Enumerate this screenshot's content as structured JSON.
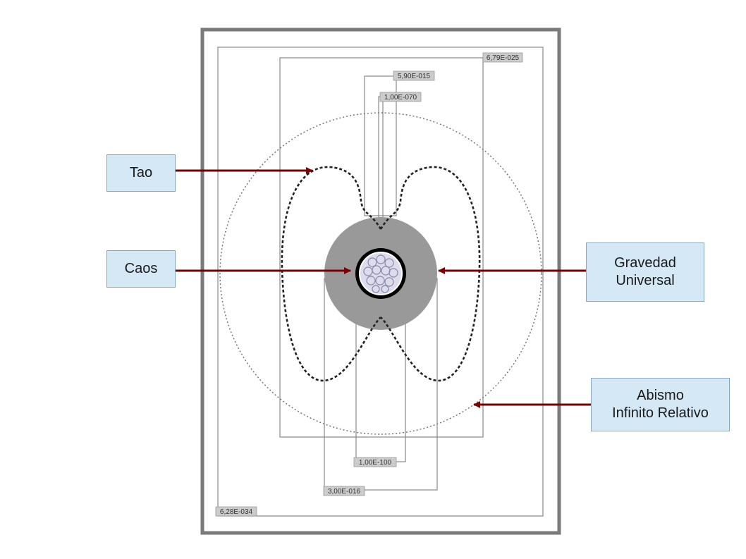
{
  "callouts": {
    "tao": "Tao",
    "caos": "Caos",
    "gravedad_line1": "Gravedad",
    "gravedad_line2": "Universal",
    "abismo_line1": "Abismo",
    "abismo_line2": "Infinito Relativo"
  },
  "tags": {
    "t1": "6,79E-025",
    "t2": "5,90E-015",
    "t3": "1,00E-070",
    "t4": "1,00E-100",
    "t5": "3,00E-016",
    "t6": "6,28E-034"
  },
  "colors": {
    "arrow": "#7a0000",
    "callout_fill": "#d4e8f5",
    "frame": "#777777",
    "gravity_disc": "#999999",
    "core": "#000000",
    "tag_fill": "#cccccc"
  }
}
